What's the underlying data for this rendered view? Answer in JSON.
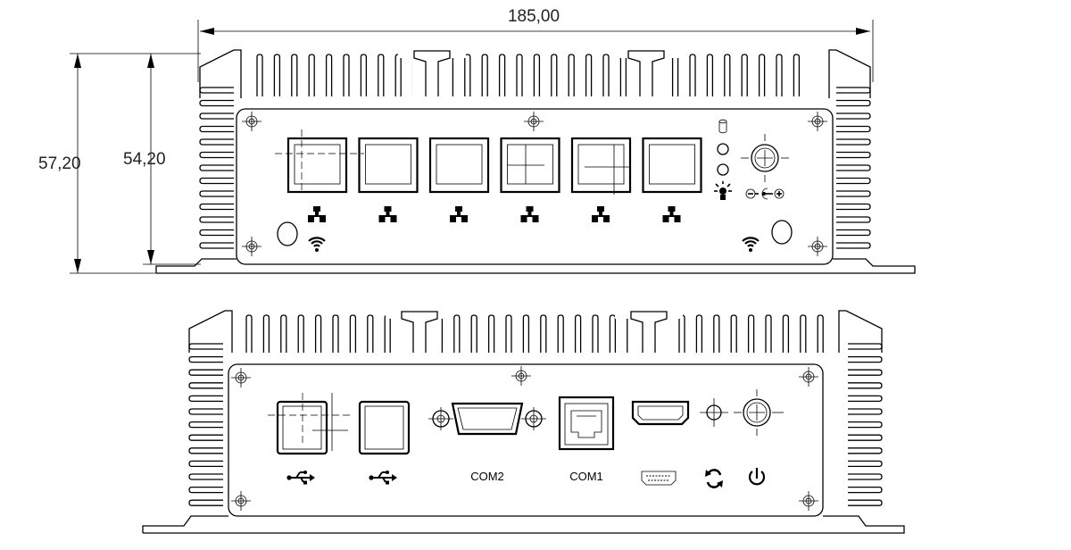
{
  "dimensions": {
    "width": "185,00",
    "height_total": "57,20",
    "height_body": "54,20"
  },
  "front_panel": {
    "lan_port_count": 6,
    "icons": [
      "lan-icon",
      "wifi-icon",
      "hdd-led-icon",
      "power-led-icon",
      "dc-power-polarity-icon"
    ]
  },
  "rear_panel": {
    "ports": [
      {
        "icon": "usb-icon",
        "label": ""
      },
      {
        "icon": "usb-icon",
        "label": ""
      },
      {
        "icon": "db9-serial-port",
        "label": "COM2"
      },
      {
        "icon": "rj45-port",
        "label": "COM1"
      },
      {
        "icon": "hdmi-icon",
        "label": ""
      },
      {
        "icon": "reset-icon",
        "label": ""
      },
      {
        "icon": "power-icon",
        "label": ""
      }
    ]
  }
}
